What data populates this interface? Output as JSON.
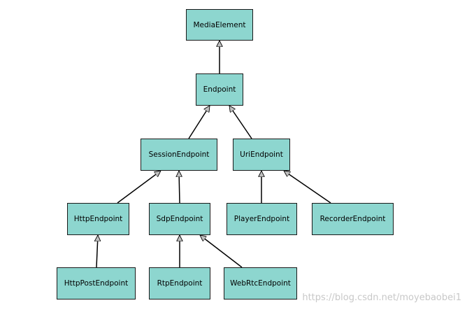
{
  "nodes": {
    "media_element": "MediaElement",
    "endpoint": "Endpoint",
    "session_endpoint": "SessionEndpoint",
    "uri_endpoint": "UriEndpoint",
    "http_endpoint": "HttpEndpoint",
    "sdp_endpoint": "SdpEndpoint",
    "player_endpoint": "PlayerEndpoint",
    "recorder_endpoint": "RecorderEndpoint",
    "http_post_endpoint": "HttpPostEndpoint",
    "rtp_endpoint": "RtpEndpoint",
    "webrtc_endpoint": "WebRtcEndpoint"
  },
  "watermark": "https://blog.csdn.net/moyebaobei1",
  "colors": {
    "node_fill": "#8dd6cf",
    "node_border": "#1a1a1a",
    "arrowhead_fill": "#bfbfbf"
  }
}
